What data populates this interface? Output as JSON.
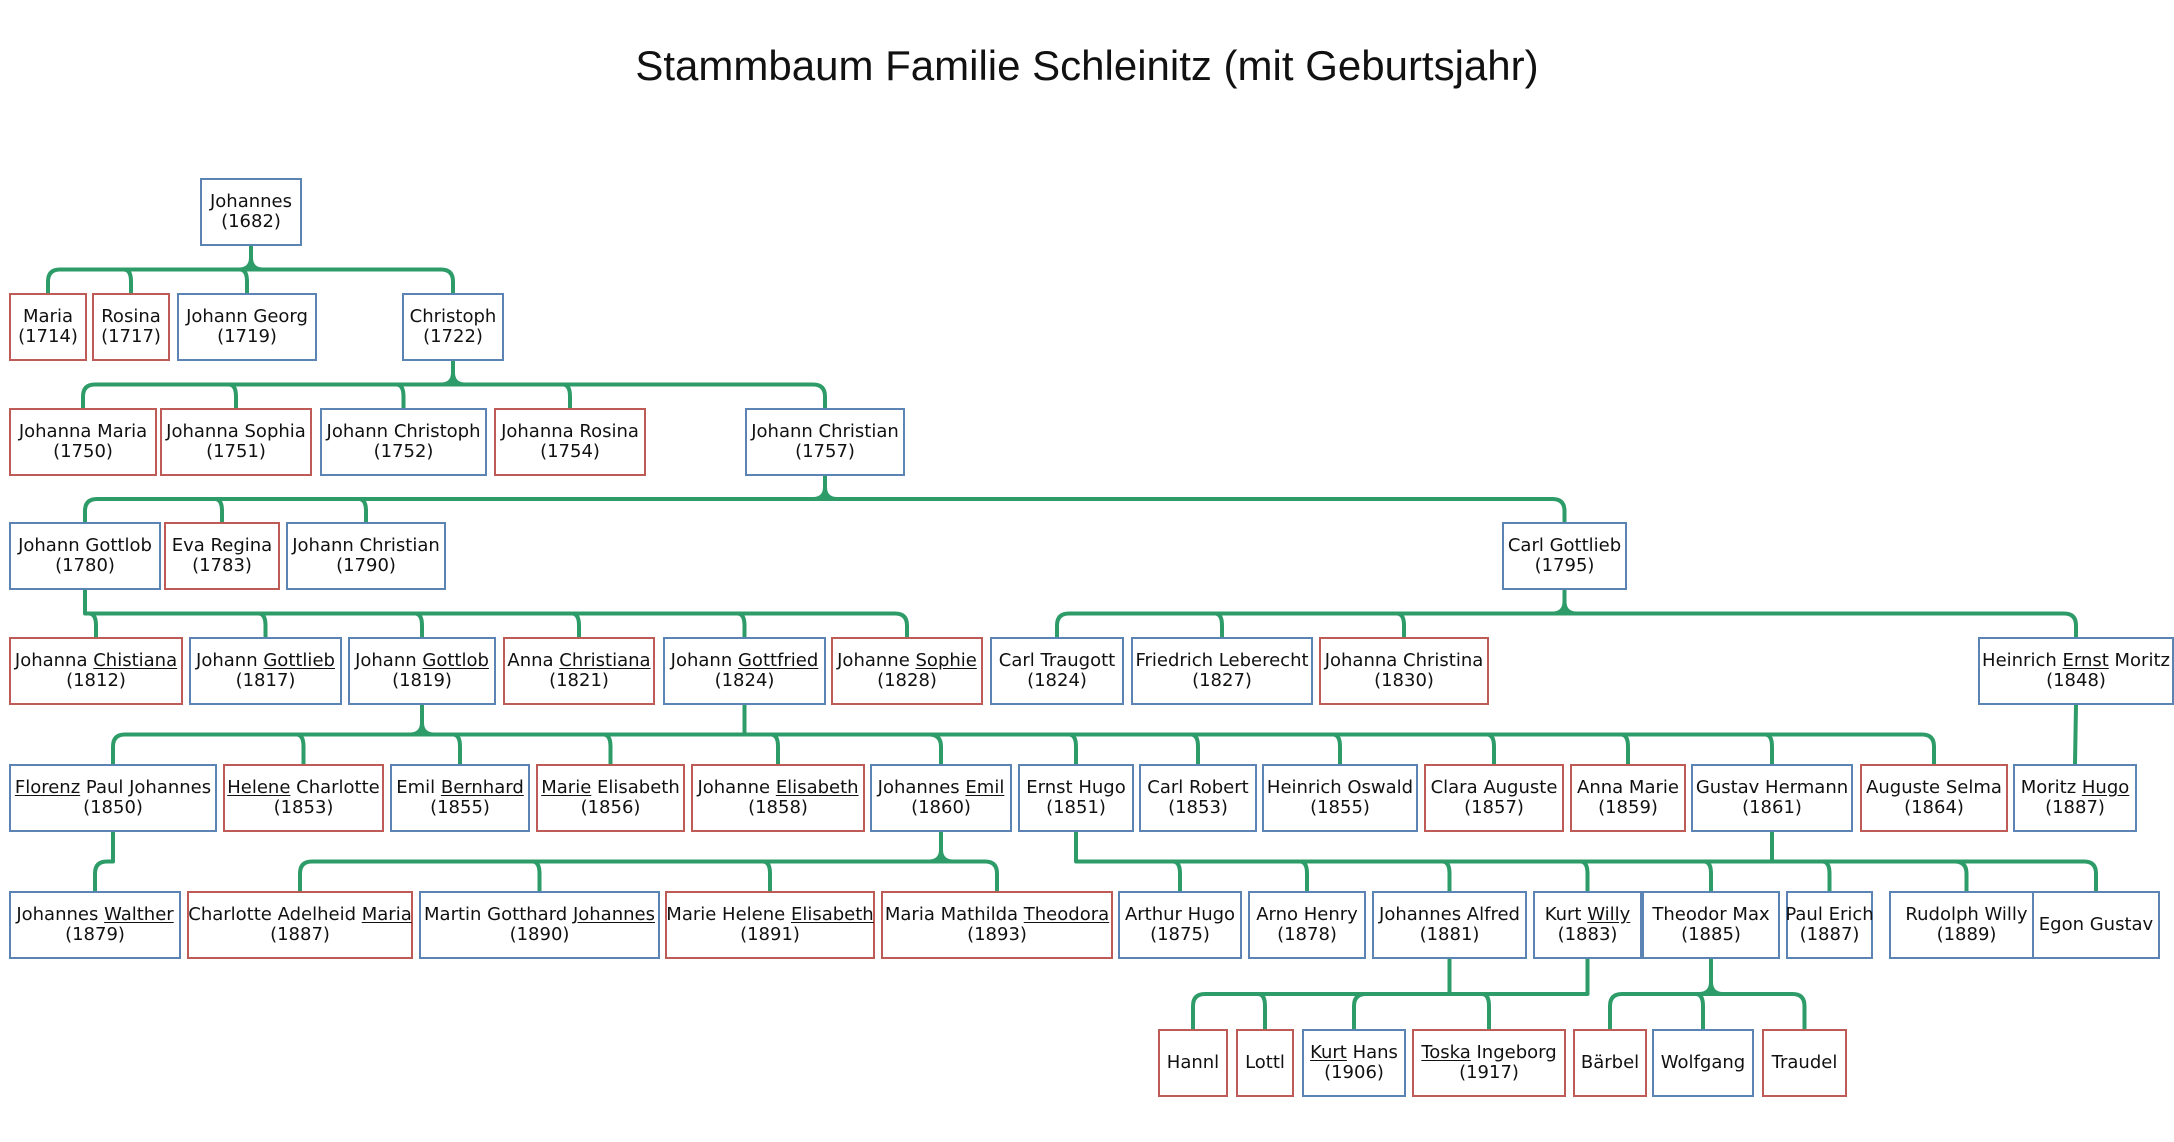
{
  "title": "Stammbaum Familie Schleinitz (mit Geburtsjahr)",
  "colors": {
    "male": "#5B84B5",
    "female": "#BF5B57",
    "line": "#2E9C68"
  },
  "persons": [
    {
      "id": "p01",
      "sex": "m",
      "parts": [
        {
          "t": "Johannes"
        }
      ],
      "year": "(1682)"
    },
    {
      "id": "p02",
      "sex": "f",
      "parts": [
        {
          "t": "Maria"
        }
      ],
      "year": "(1714)"
    },
    {
      "id": "p03",
      "sex": "f",
      "parts": [
        {
          "t": "Rosina"
        }
      ],
      "year": "(1717)"
    },
    {
      "id": "p04",
      "sex": "m",
      "parts": [
        {
          "t": "Johann Georg"
        }
      ],
      "year": "(1719)"
    },
    {
      "id": "p05",
      "sex": "m",
      "parts": [
        {
          "t": "Christoph"
        }
      ],
      "year": "(1722)"
    },
    {
      "id": "p06",
      "sex": "f",
      "parts": [
        {
          "t": "Johanna Maria"
        }
      ],
      "year": "(1750)"
    },
    {
      "id": "p07",
      "sex": "f",
      "parts": [
        {
          "t": "Johanna Sophia"
        }
      ],
      "year": "(1751)"
    },
    {
      "id": "p08",
      "sex": "m",
      "parts": [
        {
          "t": "Johann Christoph"
        }
      ],
      "year": "(1752)"
    },
    {
      "id": "p09",
      "sex": "f",
      "parts": [
        {
          "t": "Johanna Rosina"
        }
      ],
      "year": "(1754)"
    },
    {
      "id": "p10",
      "sex": "m",
      "parts": [
        {
          "t": "Johann Christian"
        }
      ],
      "year": "(1757)"
    },
    {
      "id": "p11",
      "sex": "m",
      "parts": [
        {
          "t": "Johann Gottlob"
        }
      ],
      "year": "(1780)"
    },
    {
      "id": "p12",
      "sex": "f",
      "parts": [
        {
          "t": "Eva Regina"
        }
      ],
      "year": "(1783)"
    },
    {
      "id": "p13",
      "sex": "m",
      "parts": [
        {
          "t": "Johann Christian"
        }
      ],
      "year": "(1790)"
    },
    {
      "id": "p14",
      "sex": "m",
      "parts": [
        {
          "t": "Carl Gottlieb"
        }
      ],
      "year": "(1795)"
    },
    {
      "id": "p15",
      "sex": "f",
      "parts": [
        {
          "t": "Johanna "
        },
        {
          "t": "Chistiana",
          "u": true
        }
      ],
      "year": "(1812)"
    },
    {
      "id": "p16",
      "sex": "m",
      "parts": [
        {
          "t": "Johann "
        },
        {
          "t": "Gottlieb",
          "u": true
        }
      ],
      "year": "(1817)"
    },
    {
      "id": "p17",
      "sex": "m",
      "parts": [
        {
          "t": "Johann "
        },
        {
          "t": "Gottlob",
          "u": true
        }
      ],
      "year": "(1819)"
    },
    {
      "id": "p18",
      "sex": "f",
      "parts": [
        {
          "t": "Anna "
        },
        {
          "t": "Christiana",
          "u": true
        }
      ],
      "year": "(1821)"
    },
    {
      "id": "p19",
      "sex": "m",
      "parts": [
        {
          "t": "Johann "
        },
        {
          "t": "Gottfried",
          "u": true
        }
      ],
      "year": "(1824)"
    },
    {
      "id": "p20",
      "sex": "f",
      "parts": [
        {
          "t": "Johanne "
        },
        {
          "t": "Sophie",
          "u": true
        }
      ],
      "year": "(1828)"
    },
    {
      "id": "p21",
      "sex": "m",
      "parts": [
        {
          "t": "Carl Traugott"
        }
      ],
      "year": "(1824)"
    },
    {
      "id": "p22",
      "sex": "m",
      "parts": [
        {
          "t": "Friedrich Leberecht"
        }
      ],
      "year": "(1827)"
    },
    {
      "id": "p23",
      "sex": "f",
      "parts": [
        {
          "t": "Johanna Christina"
        }
      ],
      "year": "(1830)"
    },
    {
      "id": "p24",
      "sex": "m",
      "parts": [
        {
          "t": "Heinrich "
        },
        {
          "t": "Ernst",
          "u": true
        },
        {
          "t": " Moritz"
        }
      ],
      "year": "(1848)"
    },
    {
      "id": "p25",
      "sex": "m",
      "parts": [
        {
          "t": "Florenz",
          "u": true
        },
        {
          "t": " Paul Johannes"
        }
      ],
      "year": "(1850)"
    },
    {
      "id": "p26",
      "sex": "f",
      "parts": [
        {
          "t": "Helene",
          "u": true
        },
        {
          "t": " Charlotte"
        }
      ],
      "year": "(1853)"
    },
    {
      "id": "p27",
      "sex": "m",
      "parts": [
        {
          "t": "Emil "
        },
        {
          "t": "Bernhard",
          "u": true
        }
      ],
      "year": "(1855)"
    },
    {
      "id": "p28",
      "sex": "f",
      "parts": [
        {
          "t": "Marie",
          "u": true
        },
        {
          "t": " Elisabeth"
        }
      ],
      "year": "(1856)"
    },
    {
      "id": "p29",
      "sex": "f",
      "parts": [
        {
          "t": "Johanne "
        },
        {
          "t": "Elisabeth",
          "u": true
        }
      ],
      "year": "(1858)"
    },
    {
      "id": "p30",
      "sex": "m",
      "parts": [
        {
          "t": "Johannes "
        },
        {
          "t": "Emil",
          "u": true
        }
      ],
      "year": "(1860)"
    },
    {
      "id": "p31",
      "sex": "m",
      "parts": [
        {
          "t": "Ernst Hugo"
        }
      ],
      "year": "(1851)"
    },
    {
      "id": "p32",
      "sex": "m",
      "parts": [
        {
          "t": "Carl Robert"
        }
      ],
      "year": "(1853)"
    },
    {
      "id": "p33",
      "sex": "m",
      "parts": [
        {
          "t": "Heinrich Oswald"
        }
      ],
      "year": "(1855)"
    },
    {
      "id": "p34",
      "sex": "f",
      "parts": [
        {
          "t": "Clara Auguste"
        }
      ],
      "year": "(1857)"
    },
    {
      "id": "p35",
      "sex": "f",
      "parts": [
        {
          "t": "Anna Marie"
        }
      ],
      "year": "(1859)"
    },
    {
      "id": "p36",
      "sex": "m",
      "parts": [
        {
          "t": "Gustav Hermann"
        }
      ],
      "year": "(1861)"
    },
    {
      "id": "p37",
      "sex": "f",
      "parts": [
        {
          "t": "Auguste Selma"
        }
      ],
      "year": "(1864)"
    },
    {
      "id": "p38",
      "sex": "m",
      "parts": [
        {
          "t": "Moritz "
        },
        {
          "t": "Hugo",
          "u": true
        }
      ],
      "year": "(1887)"
    },
    {
      "id": "p39",
      "sex": "m",
      "parts": [
        {
          "t": "Johannes "
        },
        {
          "t": "Walther",
          "u": true
        }
      ],
      "year": "(1879)"
    },
    {
      "id": "p40",
      "sex": "f",
      "parts": [
        {
          "t": "Charlotte Adelheid "
        },
        {
          "t": "Maria",
          "u": true
        }
      ],
      "year": "(1887)"
    },
    {
      "id": "p41",
      "sex": "m",
      "parts": [
        {
          "t": "Martin Gotthard "
        },
        {
          "t": "Johannes",
          "u": true
        }
      ],
      "year": "(1890)"
    },
    {
      "id": "p42",
      "sex": "f",
      "parts": [
        {
          "t": "Marie Helene "
        },
        {
          "t": "Elisabeth",
          "u": true
        }
      ],
      "year": "(1891)"
    },
    {
      "id": "p43",
      "sex": "f",
      "parts": [
        {
          "t": "Maria Mathilda "
        },
        {
          "t": "Theodora",
          "u": true
        }
      ],
      "year": "(1893)"
    },
    {
      "id": "p44",
      "sex": "m",
      "parts": [
        {
          "t": "Arthur Hugo"
        }
      ],
      "year": "(1875)"
    },
    {
      "id": "p45",
      "sex": "m",
      "parts": [
        {
          "t": "Arno Henry"
        }
      ],
      "year": "(1878)"
    },
    {
      "id": "p46",
      "sex": "m",
      "parts": [
        {
          "t": "Johannes Alfred"
        }
      ],
      "year": "(1881)"
    },
    {
      "id": "p47",
      "sex": "m",
      "parts": [
        {
          "t": "Kurt "
        },
        {
          "t": "Willy",
          "u": true
        }
      ],
      "year": "(1883)"
    },
    {
      "id": "p48",
      "sex": "m",
      "parts": [
        {
          "t": "Theodor Max"
        }
      ],
      "year": "(1885)"
    },
    {
      "id": "p49",
      "sex": "m",
      "parts": [
        {
          "t": "Paul Erich"
        }
      ],
      "year": "(1887)"
    },
    {
      "id": "p50",
      "sex": "m",
      "parts": [
        {
          "t": "Rudolph Willy"
        }
      ],
      "year": "(1889)"
    },
    {
      "id": "p51",
      "sex": "m",
      "parts": [
        {
          "t": "Egon Gustav"
        }
      ],
      "year": ""
    },
    {
      "id": "p52",
      "sex": "f",
      "parts": [
        {
          "t": "Hannl"
        }
      ],
      "year": ""
    },
    {
      "id": "p53",
      "sex": "f",
      "parts": [
        {
          "t": "Lottl"
        }
      ],
      "year": ""
    },
    {
      "id": "p54",
      "sex": "m",
      "parts": [
        {
          "t": "Kurt",
          "u": true
        },
        {
          "t": " Hans"
        }
      ],
      "year": "(1906)"
    },
    {
      "id": "p55",
      "sex": "f",
      "parts": [
        {
          "t": "Toska",
          "u": true
        },
        {
          "t": " Ingeborg"
        }
      ],
      "year": "(1917)"
    },
    {
      "id": "p56",
      "sex": "f",
      "parts": [
        {
          "t": "Bärbel"
        }
      ],
      "year": ""
    },
    {
      "id": "p57",
      "sex": "m",
      "parts": [
        {
          "t": "Wolfgang"
        }
      ],
      "year": ""
    },
    {
      "id": "p58",
      "sex": "f",
      "parts": [
        {
          "t": "Traudel"
        }
      ],
      "year": ""
    }
  ],
  "families": [
    {
      "parent": "p01",
      "children": [
        "p02",
        "p03",
        "p04",
        "p05"
      ]
    },
    {
      "parent": "p05",
      "children": [
        "p06",
        "p07",
        "p08",
        "p09",
        "p10"
      ]
    },
    {
      "parent": "p10",
      "children": [
        "p11",
        "p12",
        "p13",
        "p14"
      ]
    },
    {
      "parent": "p11",
      "children": [
        "p15",
        "p16",
        "p17",
        "p18",
        "p19",
        "p20"
      ]
    },
    {
      "parent": "p14",
      "children": [
        "p21",
        "p22",
        "p23",
        "p24"
      ]
    },
    {
      "parent": "p17",
      "children": [
        "p25",
        "p26",
        "p27",
        "p28",
        "p29",
        "p30"
      ]
    },
    {
      "parent": "p19",
      "children": [
        "p31",
        "p32",
        "p33",
        "p34",
        "p35",
        "p36",
        "p37"
      ]
    },
    {
      "parent": "p24",
      "children": [
        "p38"
      ]
    },
    {
      "parent": "p25",
      "children": [
        "p39"
      ]
    },
    {
      "parent": "p30",
      "children": [
        "p40",
        "p41",
        "p42",
        "p43"
      ]
    },
    {
      "parent": "p31",
      "children": [
        "p44",
        "p45",
        "p46",
        "p47",
        "p48",
        "p49",
        "p50"
      ]
    },
    {
      "parent": "p36",
      "children": [
        "p51"
      ]
    },
    {
      "parent": "p46",
      "children": [
        "p52",
        "p53"
      ]
    },
    {
      "parent": "p47",
      "children": [
        "p54",
        "p55"
      ]
    },
    {
      "parent": "p48",
      "children": [
        "p56",
        "p57",
        "p58"
      ]
    }
  ]
}
